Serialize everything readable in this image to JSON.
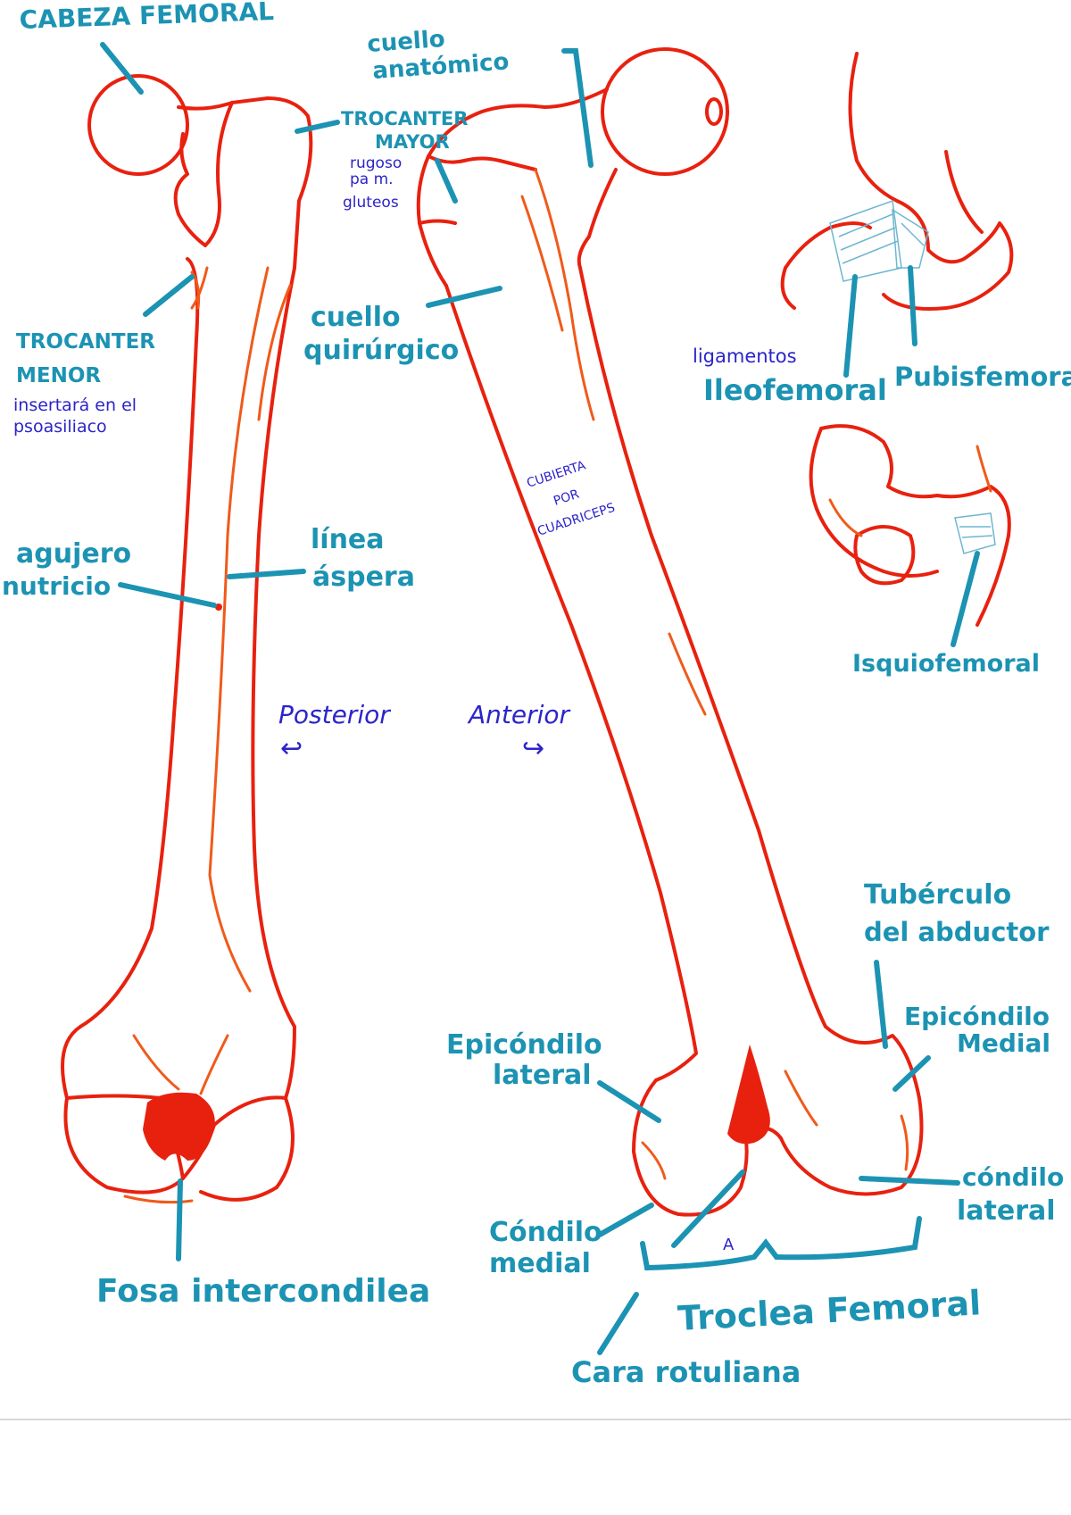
{
  "labels": {
    "cabeza_femoral": "CABEZA FEMORAL",
    "cuello_anatomico_1": "cuello",
    "cuello_anatomico_2": "anatómico",
    "trocanter_mayor_1": "TROCANTER",
    "trocanter_mayor_2": "MAYOR",
    "trocanter_mayor_note_1": "rugoso",
    "trocanter_mayor_note_2": "pa m.",
    "trocanter_mayor_note_3": "gluteos",
    "trocanter_menor_1": "TROCANTER",
    "trocanter_menor_2": "MENOR",
    "trocanter_menor_note_1": "insertará en el",
    "trocanter_menor_note_2": "psoasiliaco",
    "cuello_quirurgico_1": "cuello",
    "cuello_quirurgico_2": "quirúrgico",
    "linea_aspera_1": "línea",
    "linea_aspera_2": "áspera",
    "agujero_nutricio_1": "agujero",
    "agujero_nutricio_2": "nutricio",
    "cubierta_1": "CUBIERTA",
    "cubierta_2": "POR",
    "cubierta_3": "CUADRICEPS",
    "posterior": "Posterior",
    "anterior": "Anterior",
    "posterior_arrow": "↩",
    "anterior_arrow": "↪",
    "ligamentos": "ligamentos",
    "ileofemoral": "Ileofemoral",
    "pubisfemoral": "Pubisfemoral",
    "isquiofemoral": "Isquiofemoral",
    "tuberculo_1": "Tubérculo",
    "tuberculo_2": "del abductor",
    "epicondilo_medial_1": "Epicóndilo",
    "epicondilo_medial_2": "Medial",
    "epicondilo_lateral_1": "Epicóndilo",
    "epicondilo_lateral_2": "lateral",
    "condilo_lateral_1": "cóndilo",
    "condilo_lateral_2": "lateral",
    "condilo_medial_1": "Cóndilo",
    "condilo_medial_2": "medial",
    "fosa_intercondilea": "Fosa intercondilea",
    "troclea_femoral": "Troclea Femoral",
    "troclea_mark": "A",
    "cara_rotuliana": "Cara rotuliana"
  },
  "colors": {
    "bone_red": "#e8210f",
    "bone_orange": "#f05a1a",
    "label_teal": "#1c93b3",
    "note_blue": "#2c24c9"
  }
}
